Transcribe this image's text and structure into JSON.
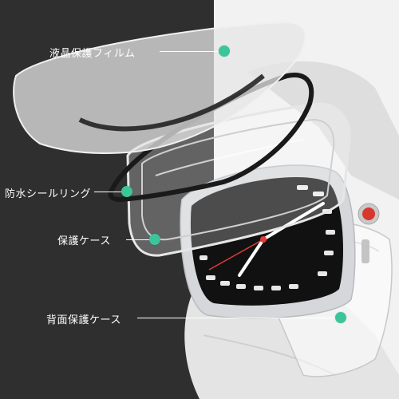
{
  "labels": {
    "screen_film": "液晶保護フィルム",
    "waterproof_ring": "防水シールリング",
    "protective_case": "保護ケース",
    "back_case": "背面保護ケース"
  },
  "colors": {
    "dark_panel": "#2f2f2f",
    "light_panel": "#f2f2f2",
    "marker": "#3cc49a",
    "label_text": "#ffffff"
  }
}
